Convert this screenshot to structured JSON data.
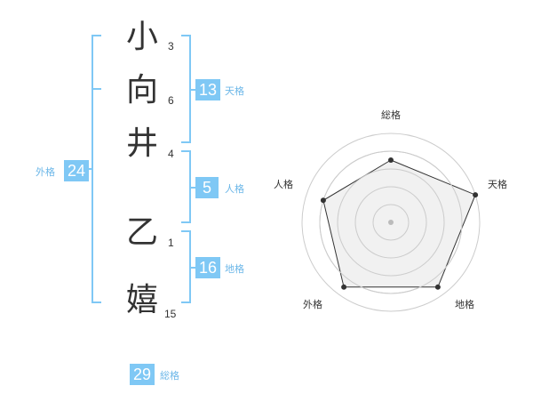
{
  "name": {
    "characters": [
      {
        "char": "小",
        "strokes": "3"
      },
      {
        "char": "向",
        "strokes": "6"
      },
      {
        "char": "井",
        "strokes": "4"
      },
      {
        "char": "乙",
        "strokes": "1"
      },
      {
        "char": "嬉",
        "strokes": "15"
      }
    ]
  },
  "fortune": {
    "tenkaku": {
      "value": "13",
      "label": "天格"
    },
    "jinkaku": {
      "value": "5",
      "label": "人格"
    },
    "chikaku": {
      "value": "16",
      "label": "地格"
    },
    "gaikaku": {
      "value": "24",
      "label": "外格"
    },
    "soukaku": {
      "value": "29",
      "label": "総格"
    }
  },
  "radar": {
    "labels": {
      "soukaku": "総格",
      "tenkaku": "天格",
      "chikaku": "地格",
      "gaikaku": "外格",
      "jinkaku": "人格"
    },
    "scale_max": 5,
    "values": {
      "soukaku": 3.5,
      "tenkaku": 5,
      "chikaku": 4.5,
      "gaikaku": 4.5,
      "jinkaku": 4
    },
    "colors": {
      "grid": "#cccccc",
      "fill": "#eeeeee",
      "line": "#333333",
      "point": "#333333",
      "center": "#bbbbbb"
    }
  },
  "colors": {
    "accent": "#7fc8f5",
    "accent_text": "#6cb7e8",
    "text": "#333333"
  }
}
